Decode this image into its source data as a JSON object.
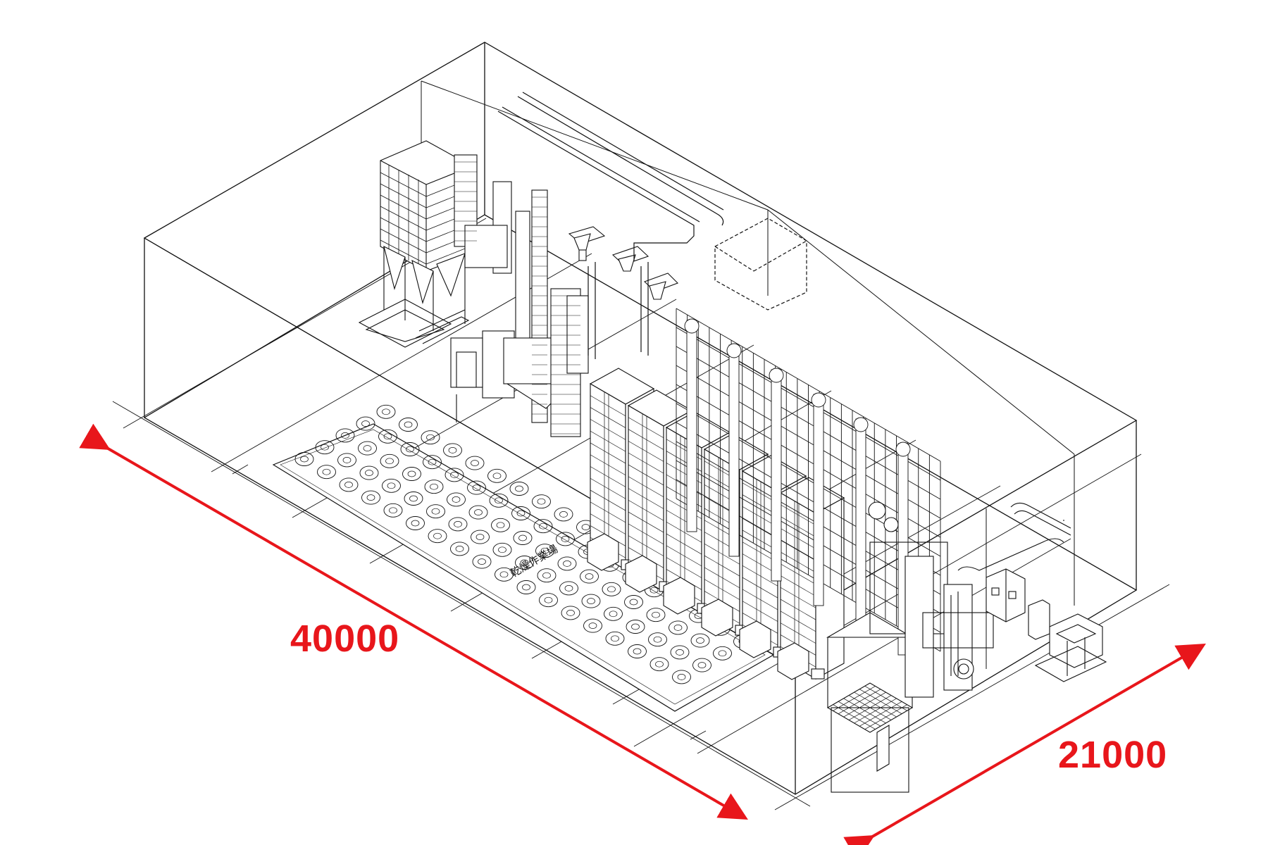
{
  "dimensions": {
    "length": "40000",
    "width": "21000"
  },
  "floor_area_label": "乾燥作業場",
  "colors": {
    "line": "#111111",
    "dimension": "#e8161b",
    "background": "#ffffff"
  }
}
